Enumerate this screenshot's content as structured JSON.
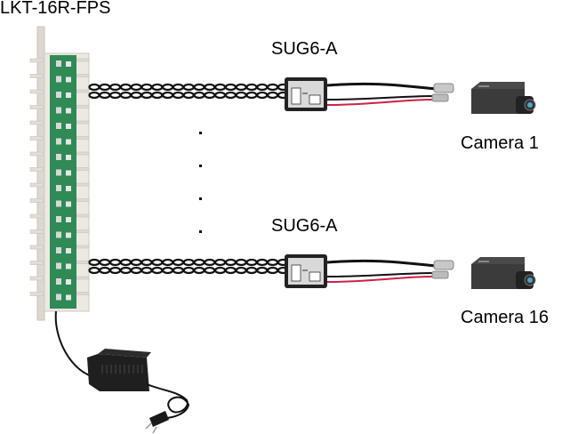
{
  "diagram": {
    "panel": {
      "label": "LKT-16R-FPS",
      "channels": 16
    },
    "transceivers": [
      {
        "label": "SUG6-A"
      },
      {
        "label": "SUG6-A"
      }
    ],
    "cameras": [
      {
        "label": "Camera 1"
      },
      {
        "label": "Camera 16"
      }
    ],
    "ellipsis_dots": 4,
    "power_supply": {
      "label": ""
    },
    "colors": {
      "panel_body": "#e8e4dc",
      "pcb": "#2e8b57",
      "cable": "#111111",
      "power_wire": "#cc2244",
      "camera_body": "#4a4a4a"
    }
  }
}
